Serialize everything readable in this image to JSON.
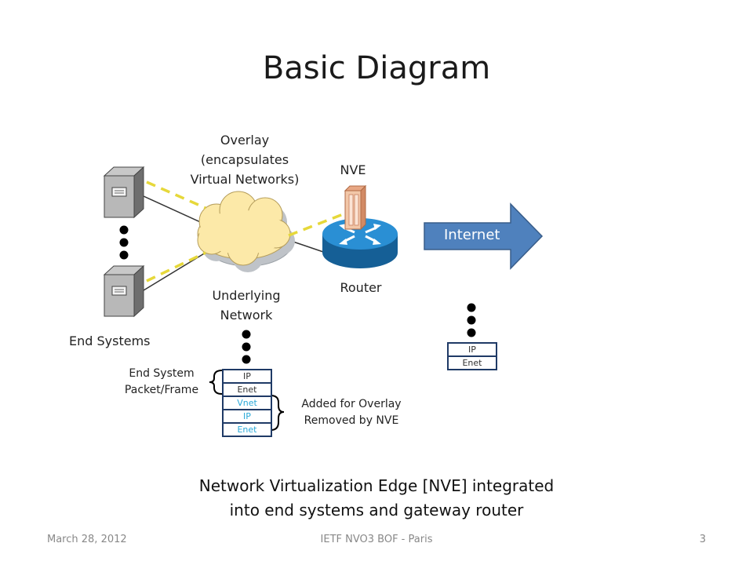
{
  "slide": {
    "title": "Basic Diagram",
    "labels": {
      "overlay": [
        "Overlay",
        "(encapsulates",
        "Virtual Networks)"
      ],
      "nve": "NVE",
      "router": "Router",
      "underlying": [
        "Underlying",
        "Network"
      ],
      "end_systems": "End Systems",
      "internet": "Internet",
      "end_system_packet": [
        "End System",
        "Packet/Frame"
      ],
      "added_for_overlay": [
        "Added for Overlay",
        "Removed by NVE"
      ]
    },
    "packet_stack_end_system": {
      "original": [
        "IP",
        "Enet"
      ],
      "overlay_added": [
        "Vnet",
        "IP",
        "Enet"
      ]
    },
    "packet_stack_internet": [
      "IP",
      "Enet"
    ],
    "caption": [
      "Network Virtualization Edge [NVE] integrated",
      "into end systems and gateway router"
    ],
    "footer": {
      "date": "March 28, 2012",
      "event": "IETF NVO3 BOF - Paris",
      "page": "3"
    }
  },
  "colors": {
    "overlay_dash": "#e6d83a",
    "cloud_fill": "#fce9a8",
    "cloud_shadow": "#bfc3c8",
    "router_blue": "#1f7fc4",
    "arrow_fill": "#4f81bd",
    "nve_fill": "#f2c7a8",
    "overlay_text": "#29a8d8",
    "stack_border": "#1f3a66"
  }
}
